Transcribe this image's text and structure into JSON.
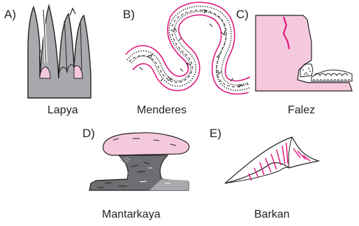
{
  "panels": {
    "a": {
      "letter": "A)",
      "caption": "Lapya"
    },
    "b": {
      "letter": "B)",
      "caption": "Menderes"
    },
    "c": {
      "letter": "C)",
      "caption": "Falez"
    },
    "d": {
      "letter": "D)",
      "caption": "Mantarkaya"
    },
    "e": {
      "letter": "E)",
      "caption": "Barkan"
    }
  },
  "colors": {
    "pink_fill": "#f5c9dd",
    "magenta": "#e0197d",
    "rock_gray": "#a7a9ac",
    "dark_rock": "#6d6e71",
    "outline": "#231f20"
  }
}
